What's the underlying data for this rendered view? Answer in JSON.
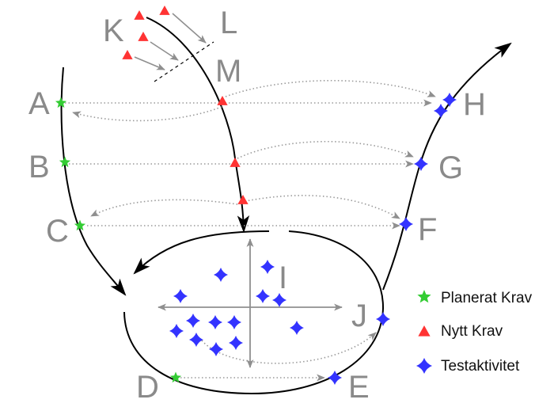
{
  "labels": {
    "K": "K",
    "L": "L",
    "M": "M",
    "A": "A",
    "B": "B",
    "C": "C",
    "H": "H",
    "G": "G",
    "F": "F",
    "I": "I",
    "J": "J",
    "D": "D",
    "E": "E"
  },
  "legend": {
    "planned": "Planerat Krav",
    "new": "Nytt Krav",
    "test": "Testaktivitet"
  },
  "colors": {
    "planned": "#33cc33",
    "new": "#ff3333",
    "test": "#3333ff",
    "label": "#8a8a8a",
    "curve": "#000000",
    "guide": "#9a9a9a"
  }
}
